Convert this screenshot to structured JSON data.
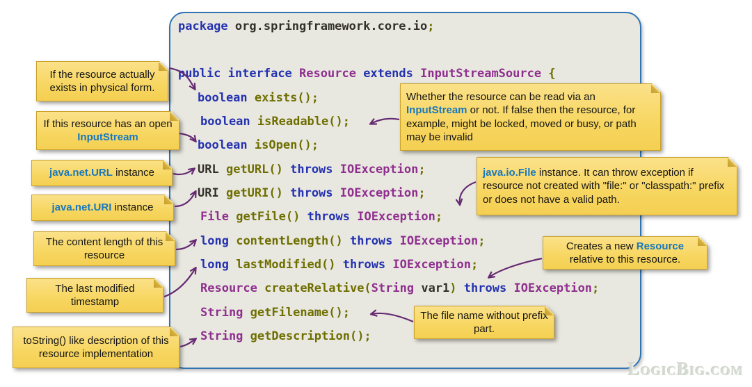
{
  "colors": {
    "panel_bg": "#e9e8e0",
    "panel_border": "#2e74b5",
    "keyword": "#2432b0",
    "type": "#8e2f8e",
    "function": "#6e6e00",
    "plain": "#33302a",
    "note_bg": "#f7d660",
    "note_border": "#c9a22b",
    "note_highlight": "#1878be",
    "arrow": "#662a72"
  },
  "logo": {
    "text": "LogicBig.com"
  },
  "code": {
    "lines": [
      {
        "tokens": [
          [
            "package",
            "kw"
          ],
          [
            " org.springframework.core.io",
            "pl"
          ],
          [
            ";",
            "fn"
          ]
        ]
      },
      {
        "tokens": [
          [
            "public",
            "kw"
          ],
          [
            " ",
            "pl"
          ],
          [
            "interface",
            "kw"
          ],
          [
            " ",
            "pl"
          ],
          [
            "Resource",
            "ty"
          ],
          [
            " ",
            "pl"
          ],
          [
            "extends",
            "kw"
          ],
          [
            " ",
            "pl"
          ],
          [
            "InputStreamSource",
            "ty"
          ],
          [
            " {",
            "fn"
          ]
        ]
      },
      {
        "tokens": [
          [
            "boolean",
            "kw"
          ],
          [
            " ",
            "pl"
          ],
          [
            "exists();",
            "fn"
          ]
        ]
      },
      {
        "tokens": [
          [
            "boolean",
            "kw"
          ],
          [
            " ",
            "pl"
          ],
          [
            "isReadable();",
            "fn"
          ]
        ]
      },
      {
        "tokens": [
          [
            "boolean",
            "kw"
          ],
          [
            " ",
            "pl"
          ],
          [
            "isOpen();",
            "fn"
          ]
        ]
      },
      {
        "tokens": [
          [
            "URL",
            "pl"
          ],
          [
            " ",
            "pl"
          ],
          [
            "getURL()",
            "fn"
          ],
          [
            " ",
            "pl"
          ],
          [
            "throws",
            "kw"
          ],
          [
            " ",
            "pl"
          ],
          [
            "IOException",
            "ty"
          ],
          [
            ";",
            "fn"
          ]
        ]
      },
      {
        "tokens": [
          [
            "URI",
            "pl"
          ],
          [
            " ",
            "pl"
          ],
          [
            "getURI()",
            "fn"
          ],
          [
            " ",
            "pl"
          ],
          [
            "throws",
            "kw"
          ],
          [
            " ",
            "pl"
          ],
          [
            "IOException",
            "ty"
          ],
          [
            ";",
            "fn"
          ]
        ]
      },
      {
        "tokens": [
          [
            "File",
            "ty"
          ],
          [
            " ",
            "pl"
          ],
          [
            "getFile()",
            "fn"
          ],
          [
            " ",
            "pl"
          ],
          [
            "throws",
            "kw"
          ],
          [
            " ",
            "pl"
          ],
          [
            "IOException",
            "ty"
          ],
          [
            ";",
            "fn"
          ]
        ]
      },
      {
        "tokens": [
          [
            "long",
            "kw"
          ],
          [
            " ",
            "pl"
          ],
          [
            "contentLength()",
            "fn"
          ],
          [
            " ",
            "pl"
          ],
          [
            "throws",
            "kw"
          ],
          [
            " ",
            "pl"
          ],
          [
            "IOException",
            "ty"
          ],
          [
            ";",
            "fn"
          ]
        ]
      },
      {
        "tokens": [
          [
            "long",
            "kw"
          ],
          [
            " ",
            "pl"
          ],
          [
            "lastModified()",
            "fn"
          ],
          [
            " ",
            "pl"
          ],
          [
            "throws",
            "kw"
          ],
          [
            " ",
            "pl"
          ],
          [
            "IOException",
            "ty"
          ],
          [
            ";",
            "fn"
          ]
        ]
      },
      {
        "tokens": [
          [
            "Resource",
            "ty"
          ],
          [
            " ",
            "pl"
          ],
          [
            "createRelative(",
            "fn"
          ],
          [
            "String",
            "ty"
          ],
          [
            " var1",
            "pl"
          ],
          [
            ")",
            "fn"
          ],
          [
            " ",
            "pl"
          ],
          [
            "throws",
            "kw"
          ],
          [
            " ",
            "pl"
          ],
          [
            "IOException",
            "ty"
          ],
          [
            ";",
            "fn"
          ]
        ]
      },
      {
        "tokens": [
          [
            "String",
            "ty"
          ],
          [
            " ",
            "pl"
          ],
          [
            "getFilename();",
            "fn"
          ]
        ]
      },
      {
        "tokens": [
          [
            "String",
            "ty"
          ],
          [
            " ",
            "pl"
          ],
          [
            "getDescription();",
            "fn"
          ]
        ]
      }
    ]
  },
  "notes": [
    {
      "name": "exists-note",
      "segments": [
        {
          "t": "If the resource actually exists in physical form."
        }
      ]
    },
    {
      "name": "is-open-note",
      "segments": [
        {
          "t": "If this resource has an open "
        },
        {
          "t": "InputStream",
          "hl": true
        }
      ]
    },
    {
      "name": "get-url-note",
      "segments": [
        {
          "t": "java.net.URL",
          "hl": true
        },
        {
          "t": " instance"
        }
      ]
    },
    {
      "name": "get-uri-note",
      "segments": [
        {
          "t": "java.net.URI",
          "hl": true
        },
        {
          "t": " instance"
        }
      ]
    },
    {
      "name": "content-length-note",
      "segments": [
        {
          "t": "The content length of this resource"
        }
      ]
    },
    {
      "name": "last-modified-note",
      "segments": [
        {
          "t": "The last modified timestamp"
        }
      ]
    },
    {
      "name": "get-description-note",
      "segments": [
        {
          "t": "toString() like description of this resource implementation"
        }
      ]
    },
    {
      "name": "is-readable-note",
      "segments": [
        {
          "t": "Whether the resource can be read via an "
        },
        {
          "t": "InputStream",
          "hl": true
        },
        {
          "t": " or not. If false then the resource, for example, might be locked, moved or busy, or path may be invalid"
        }
      ]
    },
    {
      "name": "get-file-note",
      "segments": [
        {
          "t": "java.io.File",
          "hl": true
        },
        {
          "t": " instance. It can throw exception if resource not created with \"file:\" or \"classpath:\" prefix or does not have a valid path."
        }
      ]
    },
    {
      "name": "create-relative-note",
      "segments": [
        {
          "t": "Creates a new "
        },
        {
          "t": "Resource",
          "hl": true
        },
        {
          "t": " relative to this resource."
        }
      ]
    },
    {
      "name": "get-filename-note",
      "segments": [
        {
          "t": "The file name without prefix part."
        }
      ]
    }
  ]
}
